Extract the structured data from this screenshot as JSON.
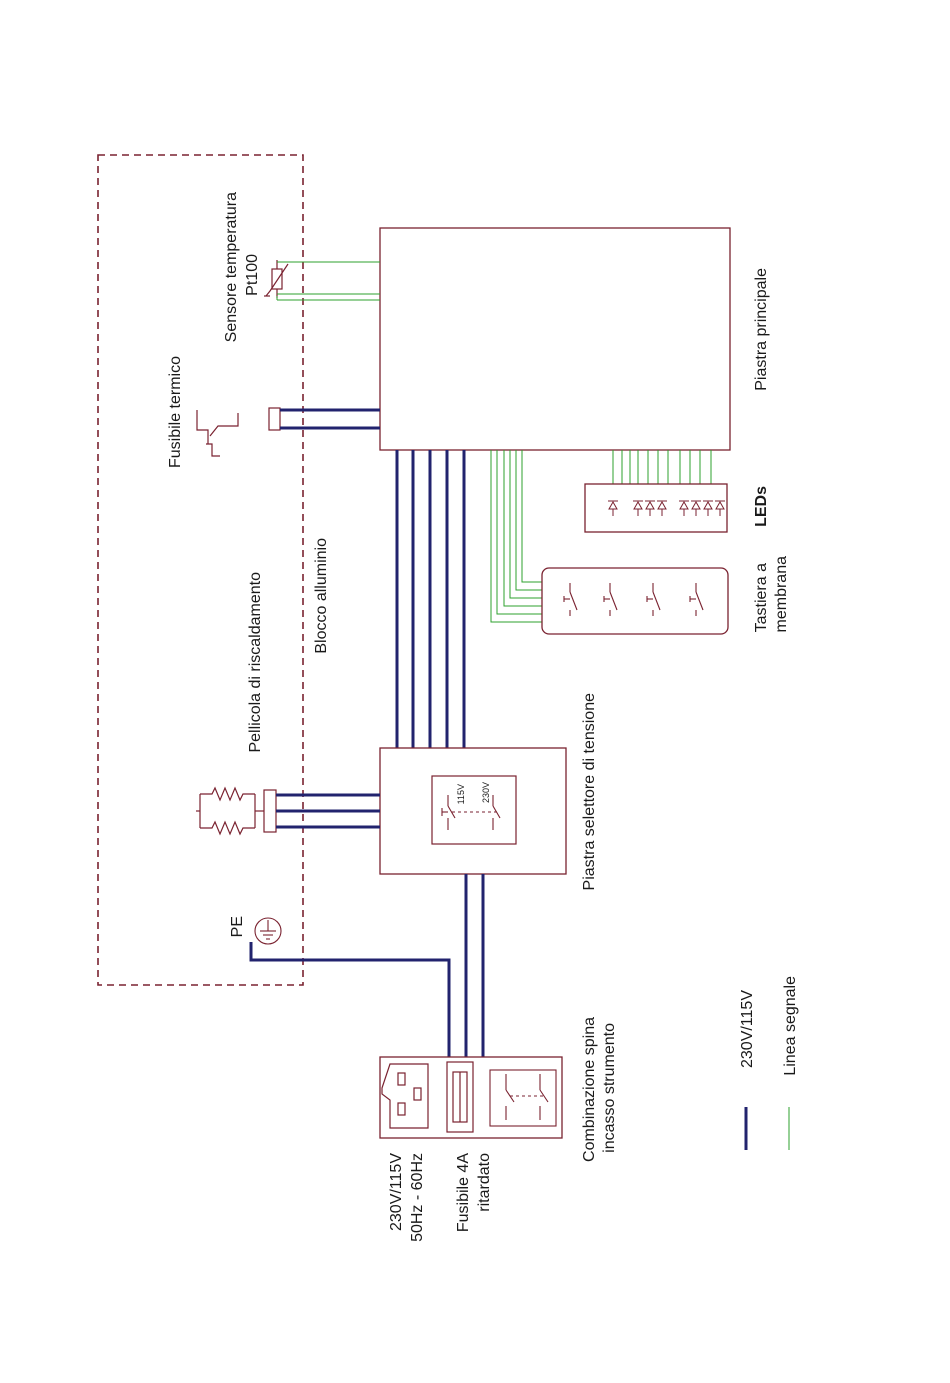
{
  "colors": {
    "frame": "#7a2230",
    "power": "#22236e",
    "signal": "#2ea02e",
    "text": "#1a1a1a"
  },
  "labels": {
    "temp_sensor_1": "Sensore temperatura",
    "temp_sensor_2": "Pt100",
    "thermal_fuse": "Fusibile termico",
    "main_board": "Piastra principale",
    "leds": "LEDs",
    "aluminium_block": "Blocco alluminio",
    "heating_film": "Pellicola di riscaldamento",
    "keypad_1": "Tastiera a",
    "keypad_2": "membrana",
    "voltage_selector_board": "Piastra selettore di tensione",
    "switch_115": "115V",
    "switch_230": "230V",
    "pe": "PE",
    "inlet_1": "Combinazione spina",
    "inlet_2": "incasso strumento",
    "supply_1": "230V/115V",
    "supply_2": "50Hz - 60Hz",
    "fuse_1": "Fusibile 4A",
    "fuse_2": "ritardato"
  },
  "legend": {
    "power": "230V/115V",
    "signal": "Linea segnale"
  }
}
